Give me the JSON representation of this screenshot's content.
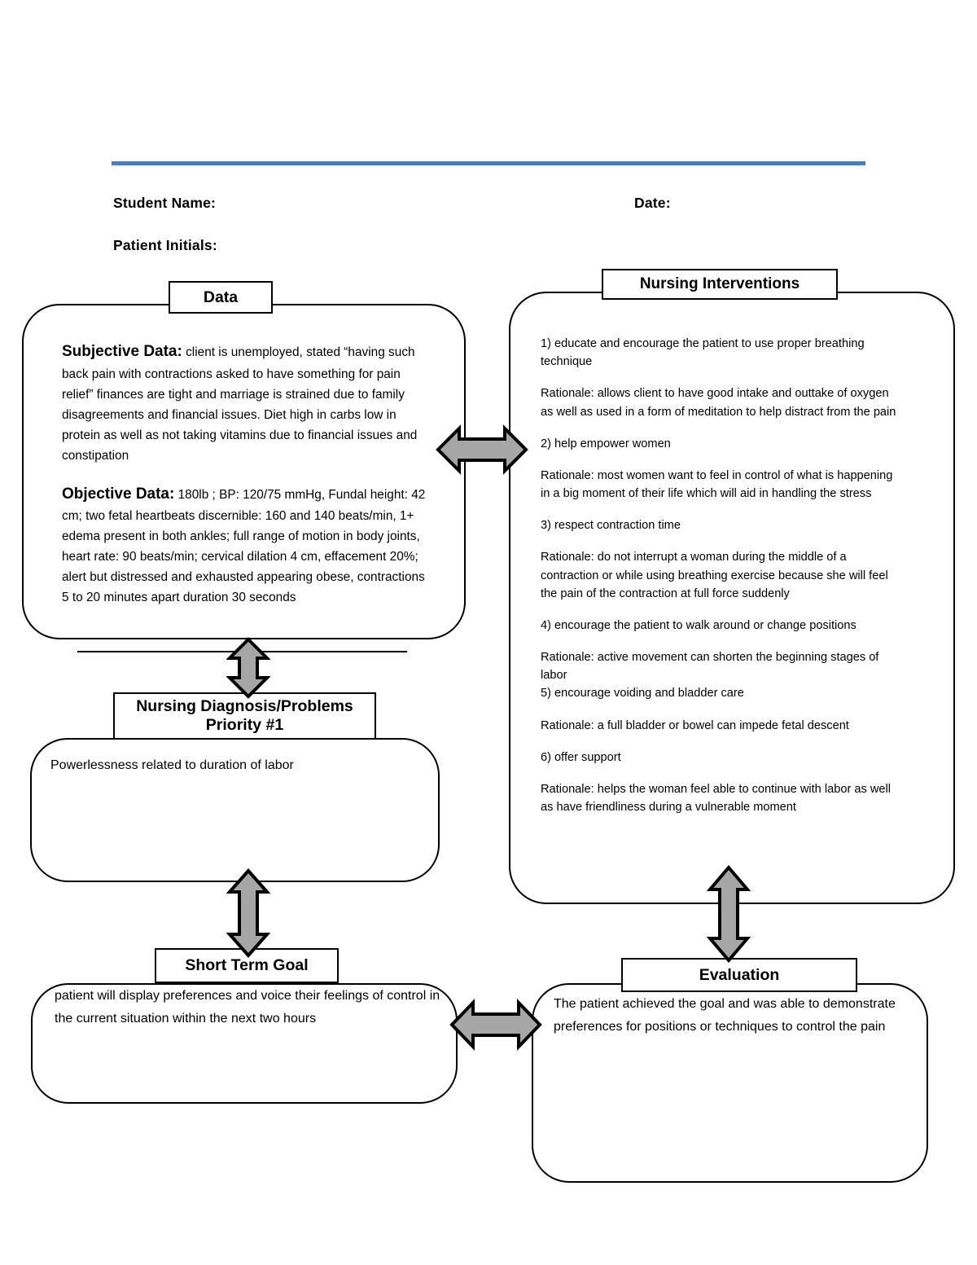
{
  "header": {
    "student_name_label": "Student Name:",
    "date_label": "Date:",
    "patient_initials_label": "Patient Initials:",
    "rule_color": "#4a7ebb"
  },
  "data_box": {
    "title": "Data",
    "subjective_lead": "Subjective Data:",
    "subjective_text": " client is unemployed, stated “having such back pain with contractions asked to have something for pain relief” finances are tight and marriage is strained due to family disagreements and financial issues. Diet high in carbs low in protein as well as not taking vitamins due to financial issues and constipation",
    "objective_lead": "Objective Data:",
    "objective_text": " 180lb ;  BP: 120/75 mmHg, Fundal height: 42 cm; two fetal heartbeats discernible: 160 and 140 beats/min, 1+ edema present in both ankles; full range of motion in body joints, heart rate: 90 beats/min; cervical dilation 4 cm, effacement 20%; alert but distressed and exhausted appearing obese, contractions 5 to 20 minutes apart duration 30 seconds"
  },
  "interventions_box": {
    "title": "Nursing Interventions",
    "items": [
      "1) educate and encourage the patient to use proper breathing technique",
      "Rationale: allows client to have good intake and outtake of oxygen as well as used in a form of meditation to help distract from the pain",
      "2) help empower women",
      "Rationale: most women want to feel in control of what is happening in a big moment of their life which will aid in handling the stress",
      "3) respect contraction time",
      "Rationale: do not interrupt a woman during the middle of a contraction or while using breathing exercise because she will feel the pain of the contraction at full force suddenly",
      "4) encourage the patient to walk around or change positions",
      "Rationale: active movement can shorten the beginning stages of labor",
      "5) encourage voiding and bladder care",
      "Rationale: a full bladder or bowel can impede fetal descent",
      "6) offer support",
      "Rationale: helps the woman feel able to continue with labor as well as have friendliness during a vulnerable moment"
    ]
  },
  "diagnosis_box": {
    "title_line1": "Nursing Diagnosis/Problems",
    "title_line2": "Priority #1",
    "text": "Powerlessness related to duration of labor"
  },
  "goal_box": {
    "title": "Short Term Goal",
    "text": "patient will display preferences and voice their feelings of control in the current situation within the next two hours"
  },
  "evaluation_box": {
    "title": "Evaluation",
    "text": "The patient achieved the goal and was able to demonstrate preferences for positions or techniques to control the pain"
  },
  "arrows": {
    "fill_color": "#a6a6a6",
    "stroke_color": "#000000",
    "data_to_interventions": "double-headed-horizontal-arrow",
    "data_to_diagnosis": "double-headed-vertical-arrow",
    "diagnosis_to_goal": "double-headed-vertical-arrow",
    "interventions_to_evaluation": "double-headed-vertical-arrow",
    "goal_to_evaluation": "double-headed-horizontal-arrow"
  }
}
